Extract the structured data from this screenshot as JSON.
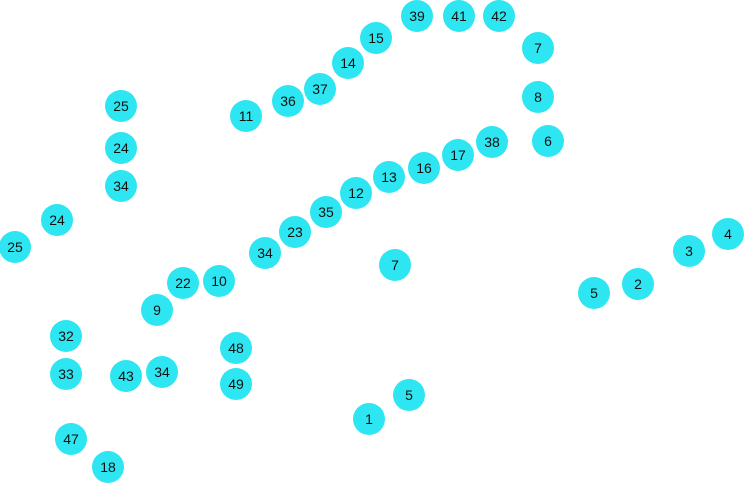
{
  "colors": {
    "node_fill": "#2ee6f2",
    "label": "#111111",
    "background": "#ffffff"
  },
  "nodes": [
    {
      "label": "39"
    },
    {
      "label": "41"
    },
    {
      "label": "42"
    },
    {
      "label": "15"
    },
    {
      "label": "7"
    },
    {
      "label": "14"
    },
    {
      "label": "37"
    },
    {
      "label": "36"
    },
    {
      "label": "8"
    },
    {
      "label": "25"
    },
    {
      "label": "11"
    },
    {
      "label": "38"
    },
    {
      "label": "6"
    },
    {
      "label": "24"
    },
    {
      "label": "17"
    },
    {
      "label": "16"
    },
    {
      "label": "13"
    },
    {
      "label": "12"
    },
    {
      "label": "34"
    },
    {
      "label": "35"
    },
    {
      "label": "24"
    },
    {
      "label": "23"
    },
    {
      "label": "4"
    },
    {
      "label": "25"
    },
    {
      "label": "34"
    },
    {
      "label": "3"
    },
    {
      "label": "7"
    },
    {
      "label": "10"
    },
    {
      "label": "22"
    },
    {
      "label": "2"
    },
    {
      "label": "5"
    },
    {
      "label": "9"
    },
    {
      "label": "32"
    },
    {
      "label": "48"
    },
    {
      "label": "33"
    },
    {
      "label": "34"
    },
    {
      "label": "43"
    },
    {
      "label": "49"
    },
    {
      "label": "5"
    },
    {
      "label": "1"
    },
    {
      "label": "47"
    },
    {
      "label": "18"
    }
  ]
}
